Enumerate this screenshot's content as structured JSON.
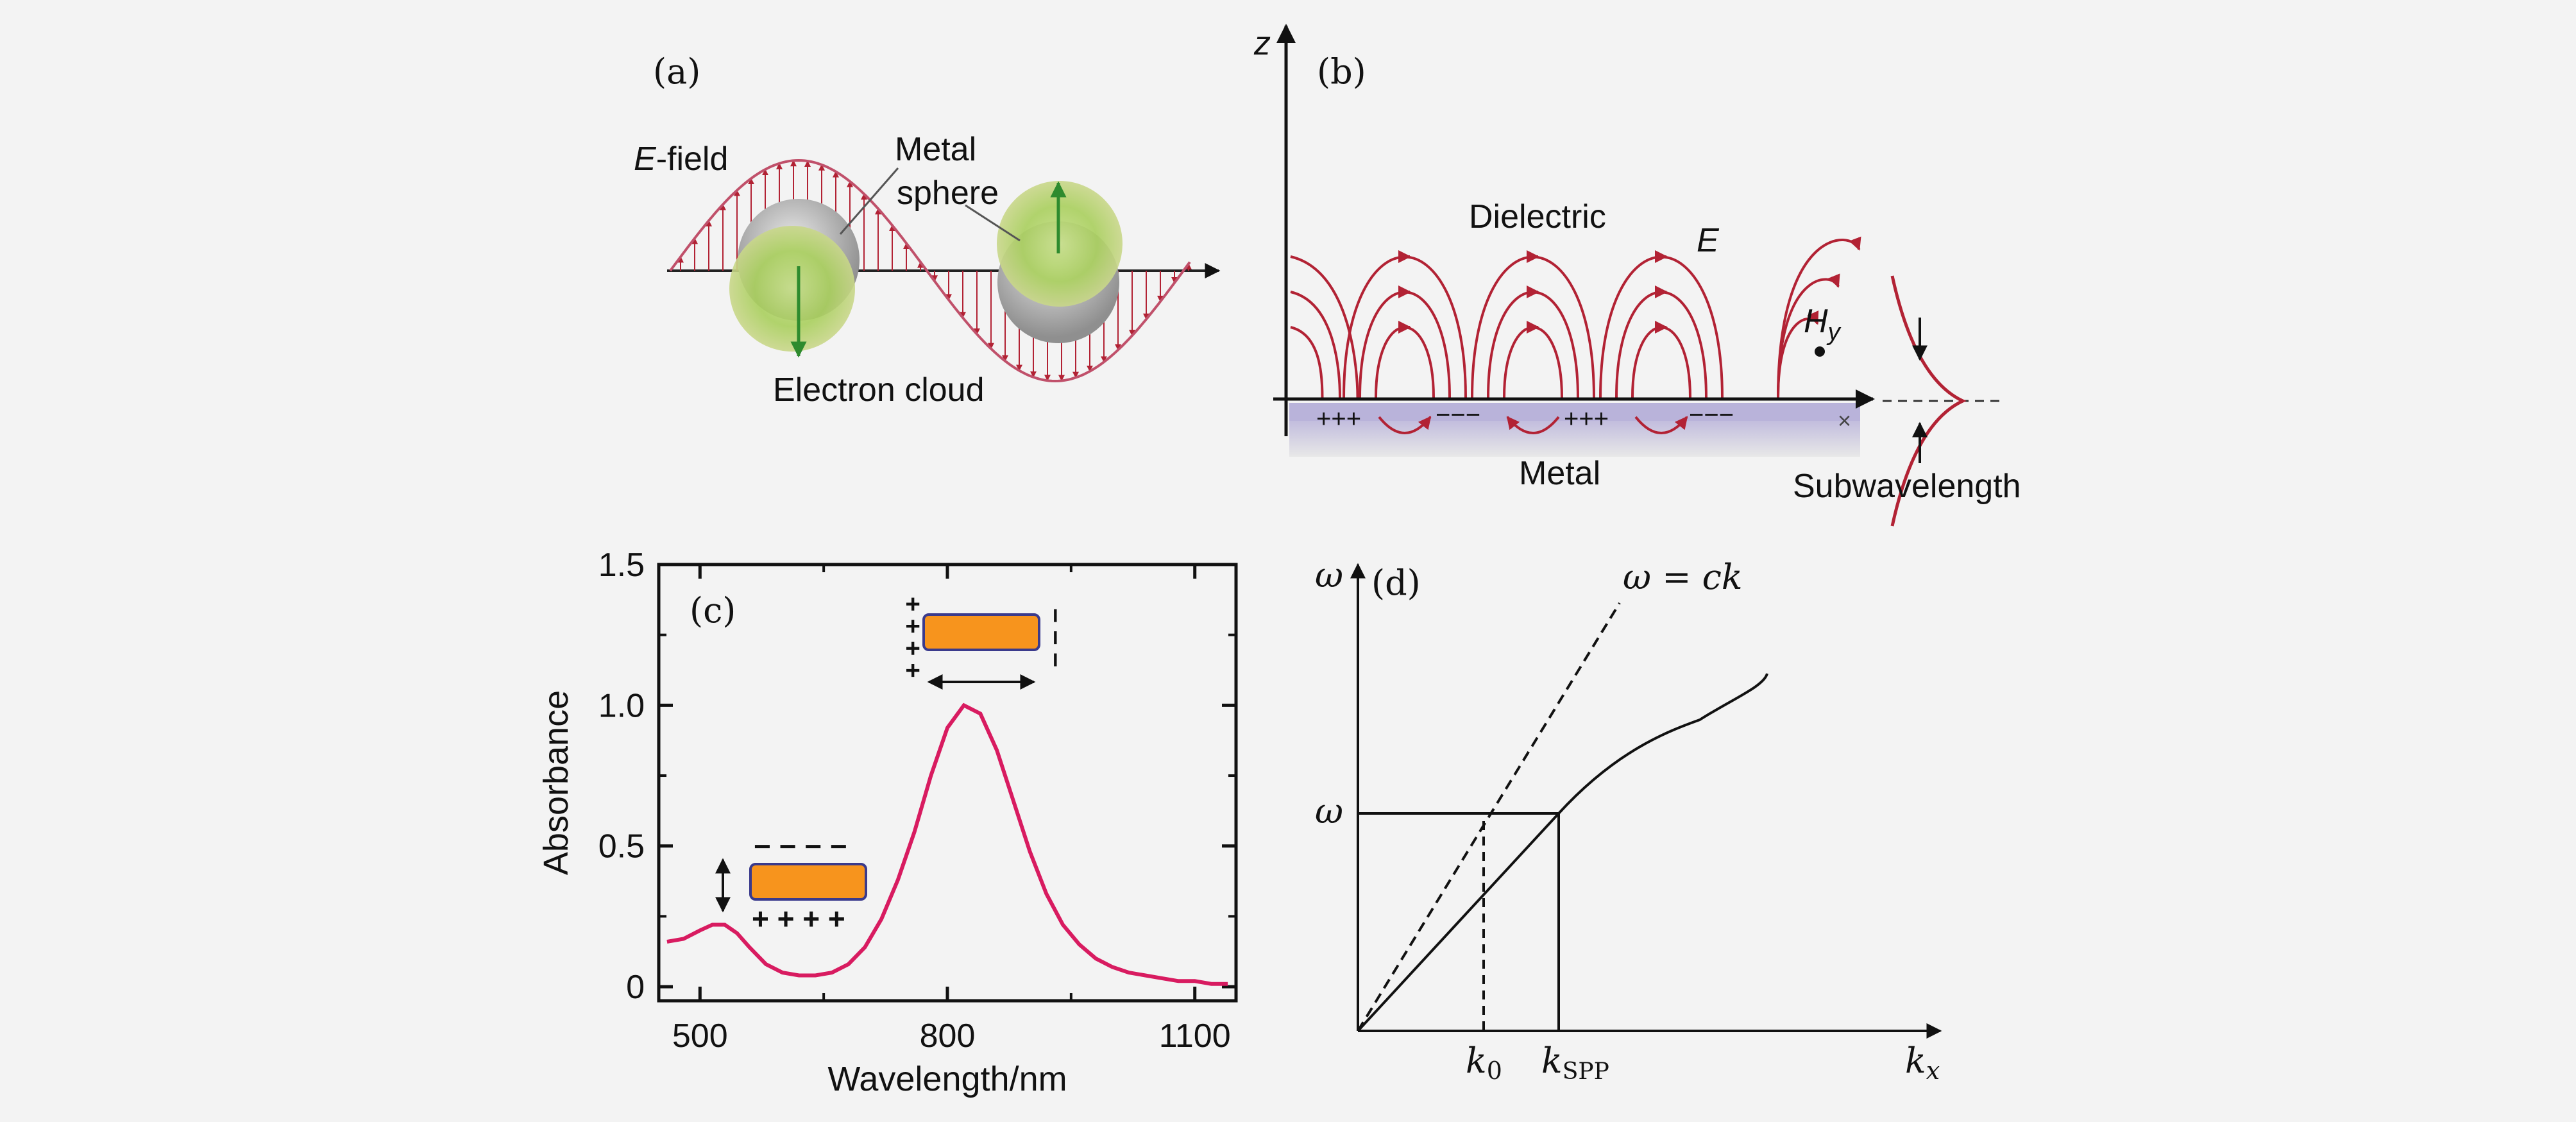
{
  "panel_a": {
    "label": "(a)",
    "efield_letter": "E",
    "efield_suffix": "-field",
    "metal_line1": "Metal",
    "metal_line2": "sphere",
    "electron_cloud": "Electron cloud"
  },
  "panel_b": {
    "label": "(b)",
    "z_axis": "z",
    "dielectric": "Dielectric",
    "e_label": "E",
    "h_main": "H",
    "h_sub": "y",
    "metal": "Metal",
    "subwavelength": "Subwavelength",
    "charges": [
      "+++",
      "−−−",
      "+++",
      "−−−"
    ]
  },
  "panel_c": {
    "label": "(c)",
    "charges_top": "− − − −",
    "charges_bottom": "+ + + +",
    "charges_left": "+ + + +",
    "charges_right": "− − −"
  },
  "panel_d": {
    "label": "(d)",
    "y_axis": "ω",
    "omega_tick": "ω",
    "light_line": "ω = ck",
    "k0_main": "k",
    "k0_sub": "0",
    "kspp_main": "k",
    "kspp_sub": "SPP",
    "kx_main": "k",
    "kx_sub": "x"
  },
  "chart_data": {
    "type": "line",
    "title": "",
    "xlabel": "Wavelength/nm",
    "ylabel": "Absorbance",
    "xlim": [
      450,
      1150
    ],
    "ylim": [
      -0.05,
      1.5
    ],
    "xticks": [
      "500",
      "800",
      "1100"
    ],
    "yticks": [
      "0",
      "0.5",
      "1.0",
      "1.5"
    ],
    "series": [
      {
        "color": "#d81b60",
        "x": [
          460,
          480,
          500,
          515,
          530,
          545,
          560,
          580,
          600,
          620,
          640,
          660,
          680,
          700,
          720,
          740,
          760,
          780,
          800,
          820,
          840,
          860,
          880,
          900,
          920,
          940,
          960,
          980,
          1000,
          1020,
          1040,
          1060,
          1080,
          1100,
          1120,
          1140
        ],
        "y": [
          0.16,
          0.17,
          0.2,
          0.22,
          0.22,
          0.19,
          0.14,
          0.08,
          0.05,
          0.04,
          0.04,
          0.05,
          0.08,
          0.14,
          0.24,
          0.38,
          0.55,
          0.75,
          0.92,
          1.0,
          0.97,
          0.84,
          0.66,
          0.48,
          0.33,
          0.22,
          0.15,
          0.1,
          0.07,
          0.05,
          0.04,
          0.03,
          0.02,
          0.02,
          0.01,
          0.01
        ]
      }
    ],
    "grid": false,
    "legend": "none"
  }
}
